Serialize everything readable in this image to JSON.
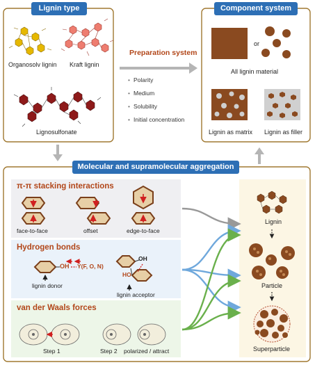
{
  "top_left": {
    "header": "Lignin type",
    "labels": [
      "Organosolv lignin",
      "Kraft lignin",
      "Lignosulfonate"
    ]
  },
  "top_right": {
    "header": "Component system",
    "or_text": "or",
    "labels": [
      "All lignin material",
      "Lignin as matrix",
      "Lignin as filler"
    ]
  },
  "preparation": {
    "title": "Preparation system",
    "items": [
      "Polarity",
      "Medium",
      "Solubility",
      "Initial concentration"
    ]
  },
  "aggregation": {
    "header": "Molecular and supramolecular aggregation",
    "pi_stacking": {
      "title": "π-π stacking interactions",
      "labels": [
        "face-to-face",
        "offset",
        "edge-to-face"
      ]
    },
    "hydrogen_bonds": {
      "title": "Hydrogen bonds",
      "donor_label": "lignin donor",
      "acceptor_label": "lignin acceptor",
      "oh_text": "OH",
      "ho_text": "HO",
      "oh2_text": "OH",
      "y_text": "Y(F, O, N)"
    },
    "vdw": {
      "title": "van der Waals forces",
      "step1": "Step 1",
      "step2": "Step 2",
      "step2_desc": "polarized / attract"
    },
    "result_stages": [
      "Lignin",
      "Particle",
      "Superparticle"
    ]
  },
  "colors": {
    "header_blue": "#2d6fb5",
    "frame_brown": "#a07830",
    "lignin_brown": "#8a4a20",
    "section_title": "#b2471a",
    "arrow_gray": "#aaaaaa",
    "arrow_blue": "#6fa8dc",
    "arrow_green": "#6ab04c",
    "red_arrow": "#d02020"
  }
}
